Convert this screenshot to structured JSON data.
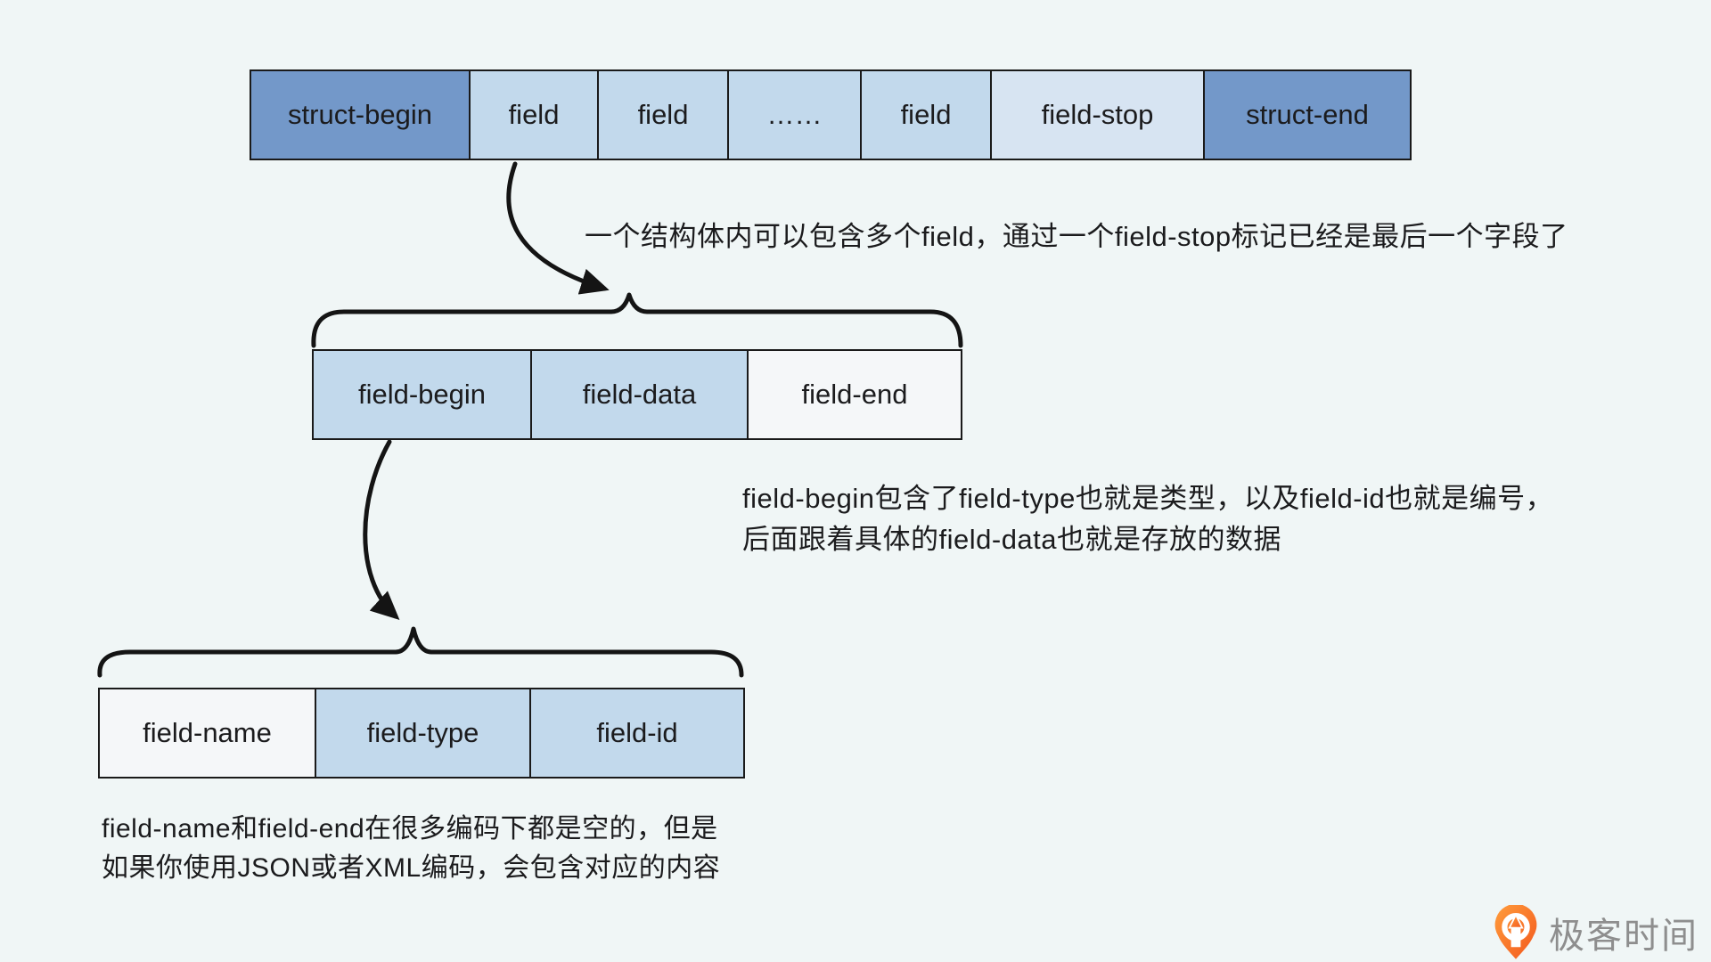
{
  "background": "#f0f6f6",
  "palette": {
    "cell_dark": "#7398c9",
    "cell_medium": "#c2d9ec",
    "cell_light": "#d7e4f2",
    "cell_white": "#f5f7f9",
    "border": "#1a1a1a",
    "text": "#1b1b1d",
    "ink": "#141414",
    "logo_orange": "#f3571d",
    "logo_text_gray": "#8e8e8e"
  },
  "tables": [
    {
      "name": "struct-sequence-table",
      "cells": [
        {
          "name": "struct-begin-cell",
          "label": "struct-begin",
          "tone": "dark"
        },
        {
          "name": "field-cell-1",
          "label": "field",
          "tone": "medium"
        },
        {
          "name": "field-cell-2",
          "label": "field",
          "tone": "medium"
        },
        {
          "name": "ellipsis-cell",
          "label": "……",
          "tone": "medium"
        },
        {
          "name": "field-cell-3",
          "label": "field",
          "tone": "medium"
        },
        {
          "name": "field-stop-cell",
          "label": "field-stop",
          "tone": "light"
        },
        {
          "name": "struct-end-cell",
          "label": "struct-end",
          "tone": "dark"
        }
      ]
    },
    {
      "name": "field-structure-table",
      "cells": [
        {
          "name": "field-begin-cell",
          "label": "field-begin",
          "tone": "medium"
        },
        {
          "name": "field-data-cell",
          "label": "field-data",
          "tone": "medium"
        },
        {
          "name": "field-end-cell",
          "label": "field-end",
          "tone": "white"
        }
      ]
    },
    {
      "name": "field-begin-structure-table",
      "cells": [
        {
          "name": "field-name-cell",
          "label": "field-name",
          "tone": "white"
        },
        {
          "name": "field-type-cell",
          "label": "field-type",
          "tone": "medium"
        },
        {
          "name": "field-id-cell",
          "label": "field-id",
          "tone": "medium"
        }
      ]
    }
  ],
  "annotations": {
    "note1": "一个结构体内可以包含多个field，通过一个field-stop标记已经是最后一个字段了",
    "note2_line1": "field-begin包含了field-type也就是类型，以及field-id也就是编号，",
    "note2_line2": "后面跟着具体的field-data也就是存放的数据",
    "note3_line1": "field-name和field-end在很多编码下都是空的，但是",
    "note3_line2": "如果你使用JSON或者XML编码，会包含对应的内容"
  },
  "logo": {
    "text": "极客时间",
    "icon": "geektime-pin-icon"
  }
}
